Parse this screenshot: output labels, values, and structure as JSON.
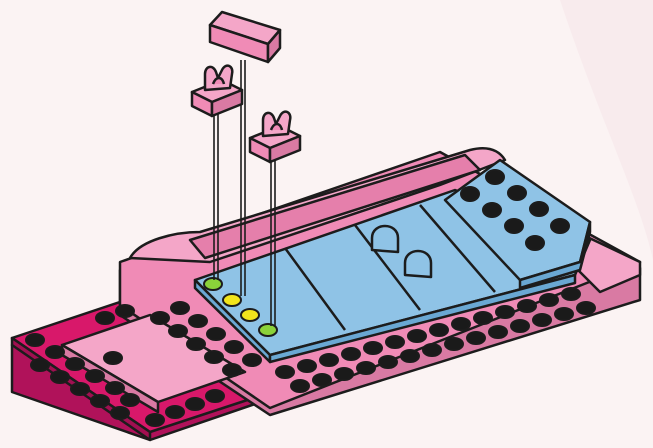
{
  "illustration": {
    "subject": "brick-build-instruction-step",
    "colors": {
      "background": "#fbf3f3",
      "pink_base": "#f08bb6",
      "pink_light": "#f4a6c8",
      "magenta_plate": "#d8186a",
      "magenta_dark": "#b0125a",
      "blue_tiles": "#8fc3e6",
      "blue_dark": "#6aa8d3",
      "stud_black": "#1a1a1a",
      "stud_yellow": "#f2e51c",
      "stud_green": "#8bd23a",
      "outline": "#1c1c1c"
    },
    "callout_parts": [
      {
        "name": "pink-slope-tile",
        "icon": "slope-tile-icon"
      },
      {
        "name": "pink-clip-left",
        "icon": "clip-icon"
      },
      {
        "name": "pink-clip-right",
        "icon": "clip-icon"
      }
    ],
    "placement_markers": [
      {
        "name": "marker-green-1",
        "color": "green"
      },
      {
        "name": "marker-yellow-1",
        "color": "yellow"
      },
      {
        "name": "marker-yellow-2",
        "color": "yellow"
      },
      {
        "name": "marker-green-2",
        "color": "green"
      }
    ]
  }
}
